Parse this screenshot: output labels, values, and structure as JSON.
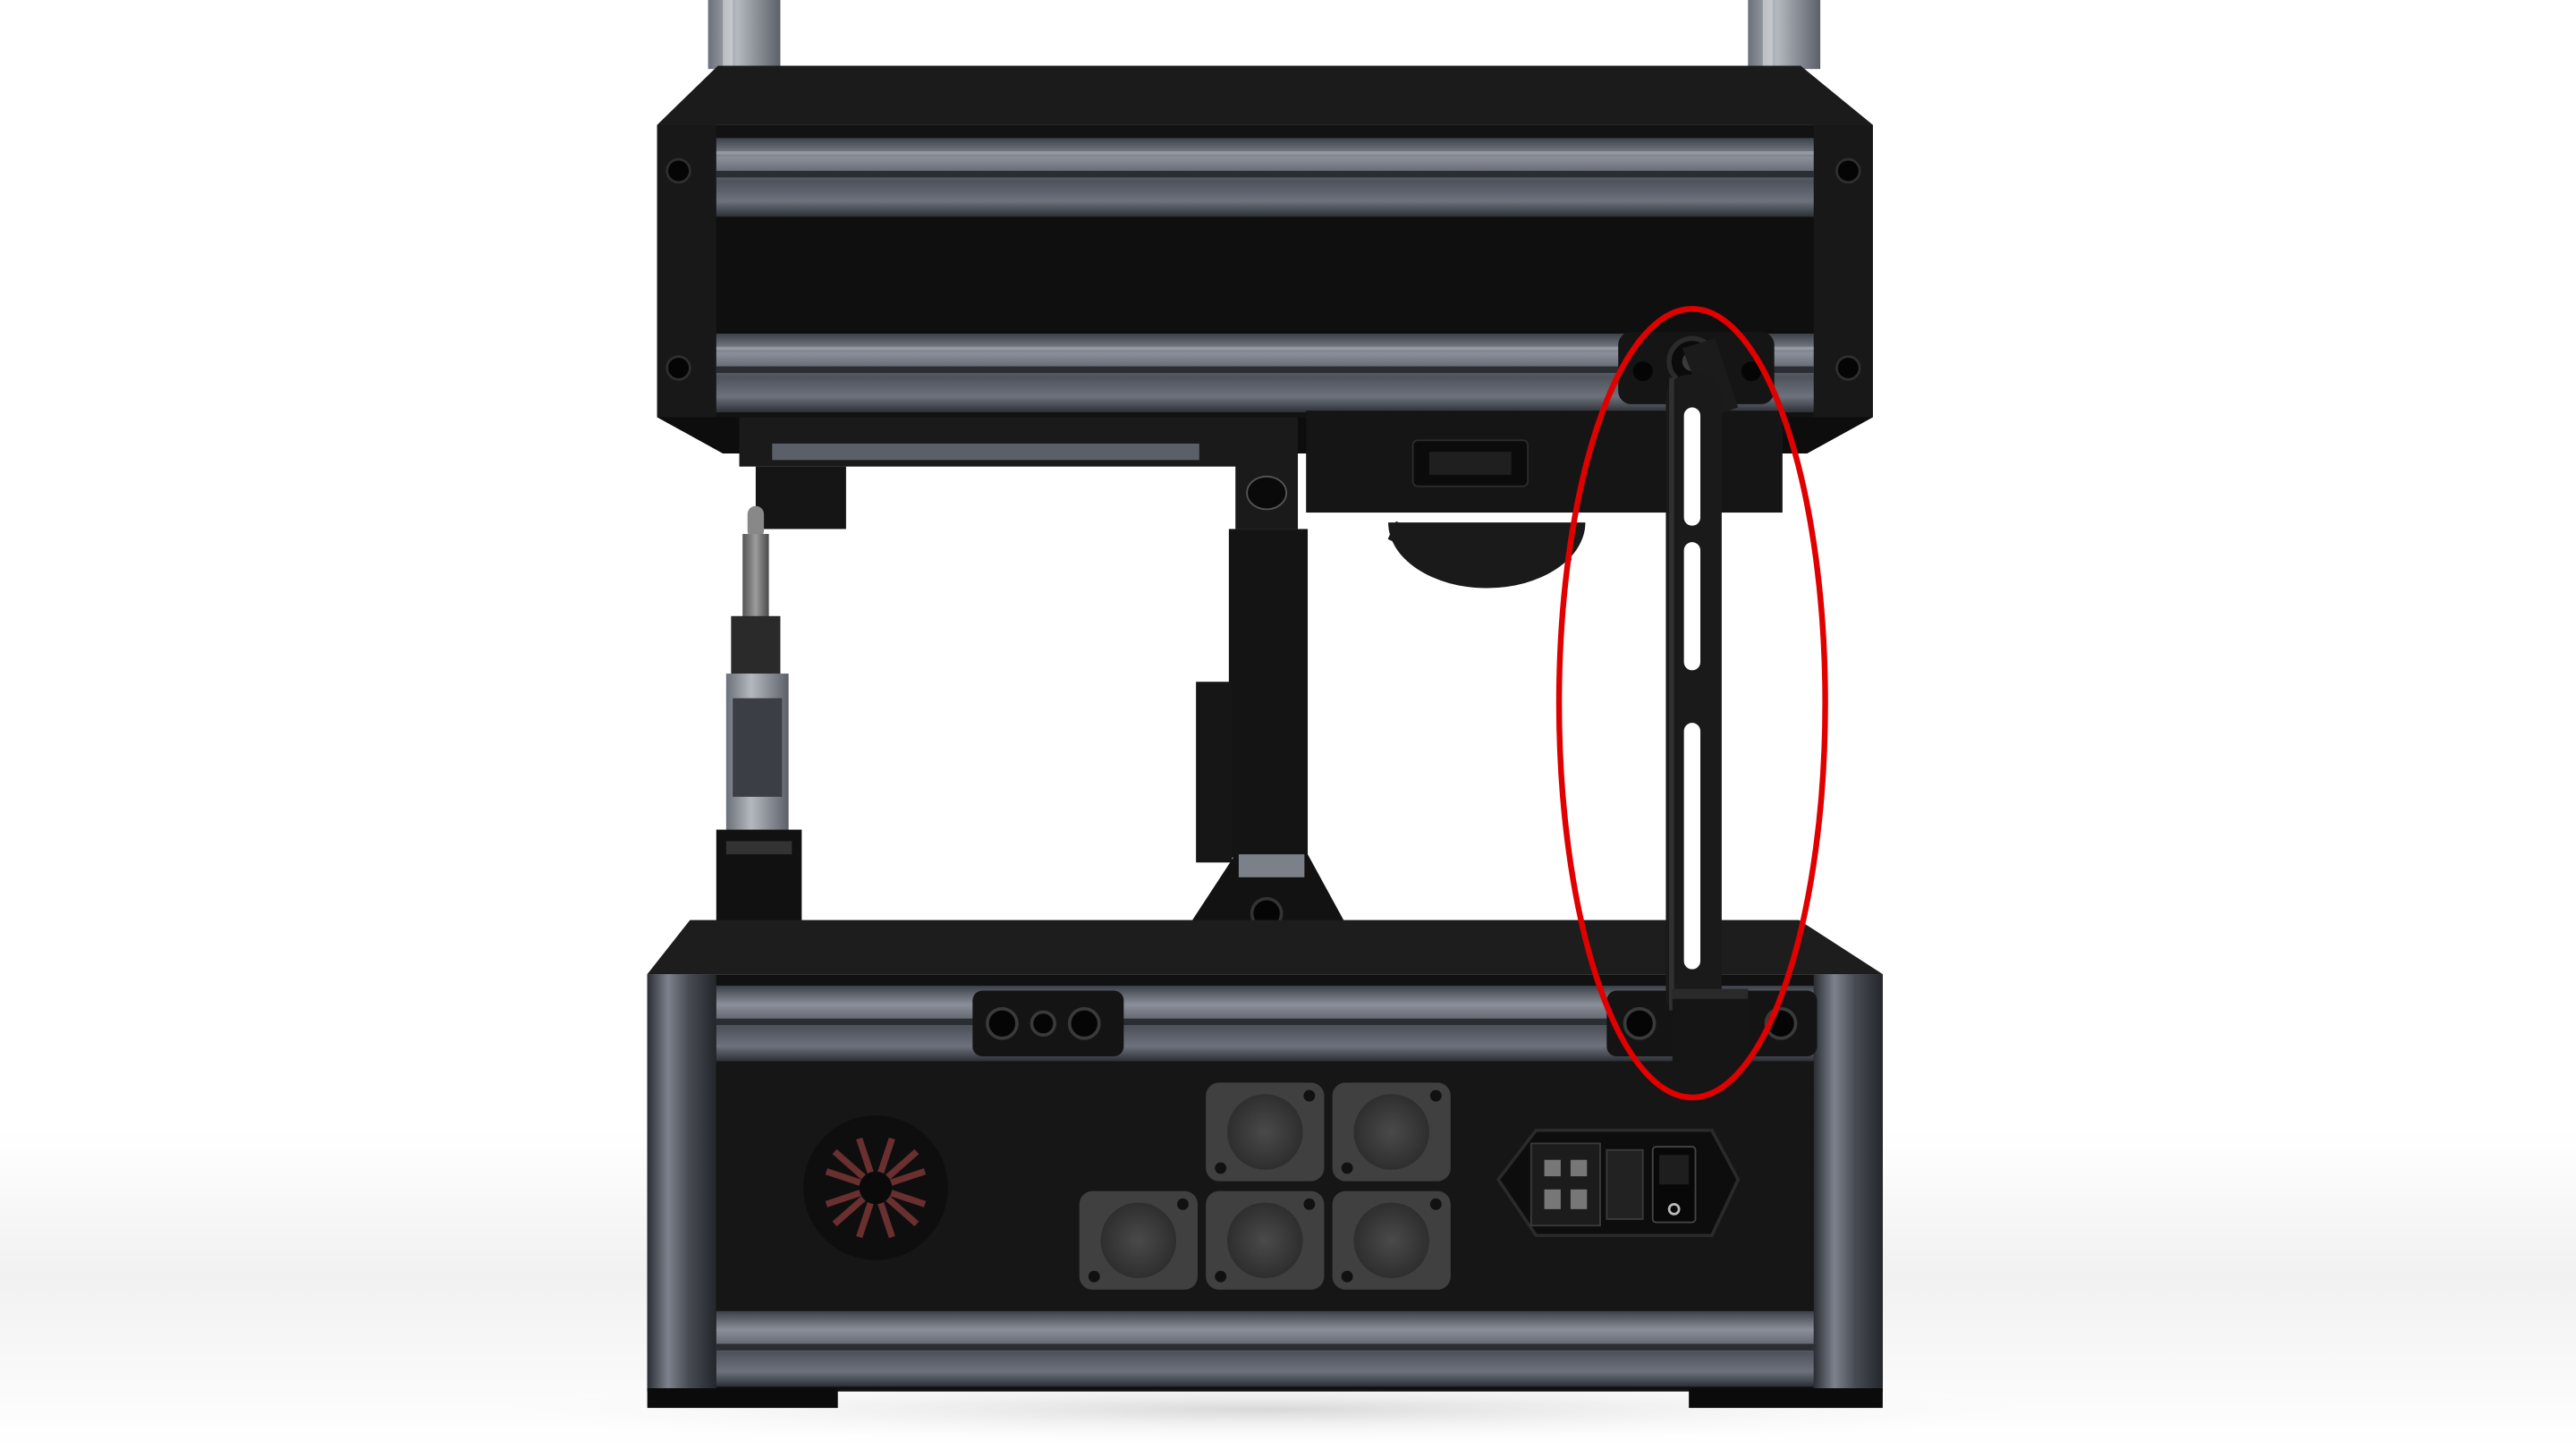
{
  "scene": {
    "subject": "3d-render-device-rear-view",
    "background_color": "#ffffff",
    "frame_color": "#0e0e0e",
    "rail_color": "#5b606a",
    "panel_color": "#161616",
    "highlight_color": "#e00000",
    "highlight_target": "slotted-linkage-arm",
    "xlr_ports_count": 5,
    "fan_count": 1,
    "power_switch_count": 1,
    "icons": {
      "fan": "fan-grille-icon",
      "power_inlet": "power-inlet-icon",
      "power_switch": "power-switch-icon",
      "xlr_port": "xlr-port-icon"
    }
  }
}
